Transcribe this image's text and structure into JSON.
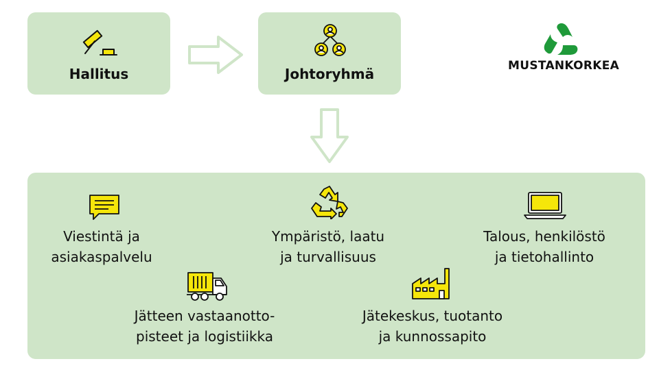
{
  "board": {
    "label": "Hallitus",
    "icon": "gavel-icon"
  },
  "management": {
    "label": "Johtoryhmä",
    "icon": "team-icon"
  },
  "logo": {
    "text": "MUSTANKORKEA",
    "color": "#1f9a3a"
  },
  "units": [
    {
      "label": "Viestintä ja\nasiakaspalvelu",
      "icon": "speech-bubble-icon"
    },
    {
      "label": "Ympäristö, laatu\nja turvallisuus",
      "icon": "recycle-icon"
    },
    {
      "label": "Talous, henkilöstö\nja tietohallinto",
      "icon": "laptop-icon"
    },
    {
      "label": "Jätteen vastaanotto-\npisteet ja logistiikka",
      "icon": "garbage-truck-icon"
    },
    {
      "label": "Jätekeskus, tuotanto\nja kunnossapito",
      "icon": "factory-icon"
    }
  ],
  "colors": {
    "box": "#cfe5c8",
    "arrow": "#cfe5c8",
    "icon_fill": "#f5e60a",
    "logo_green": "#1f9a3a"
  }
}
